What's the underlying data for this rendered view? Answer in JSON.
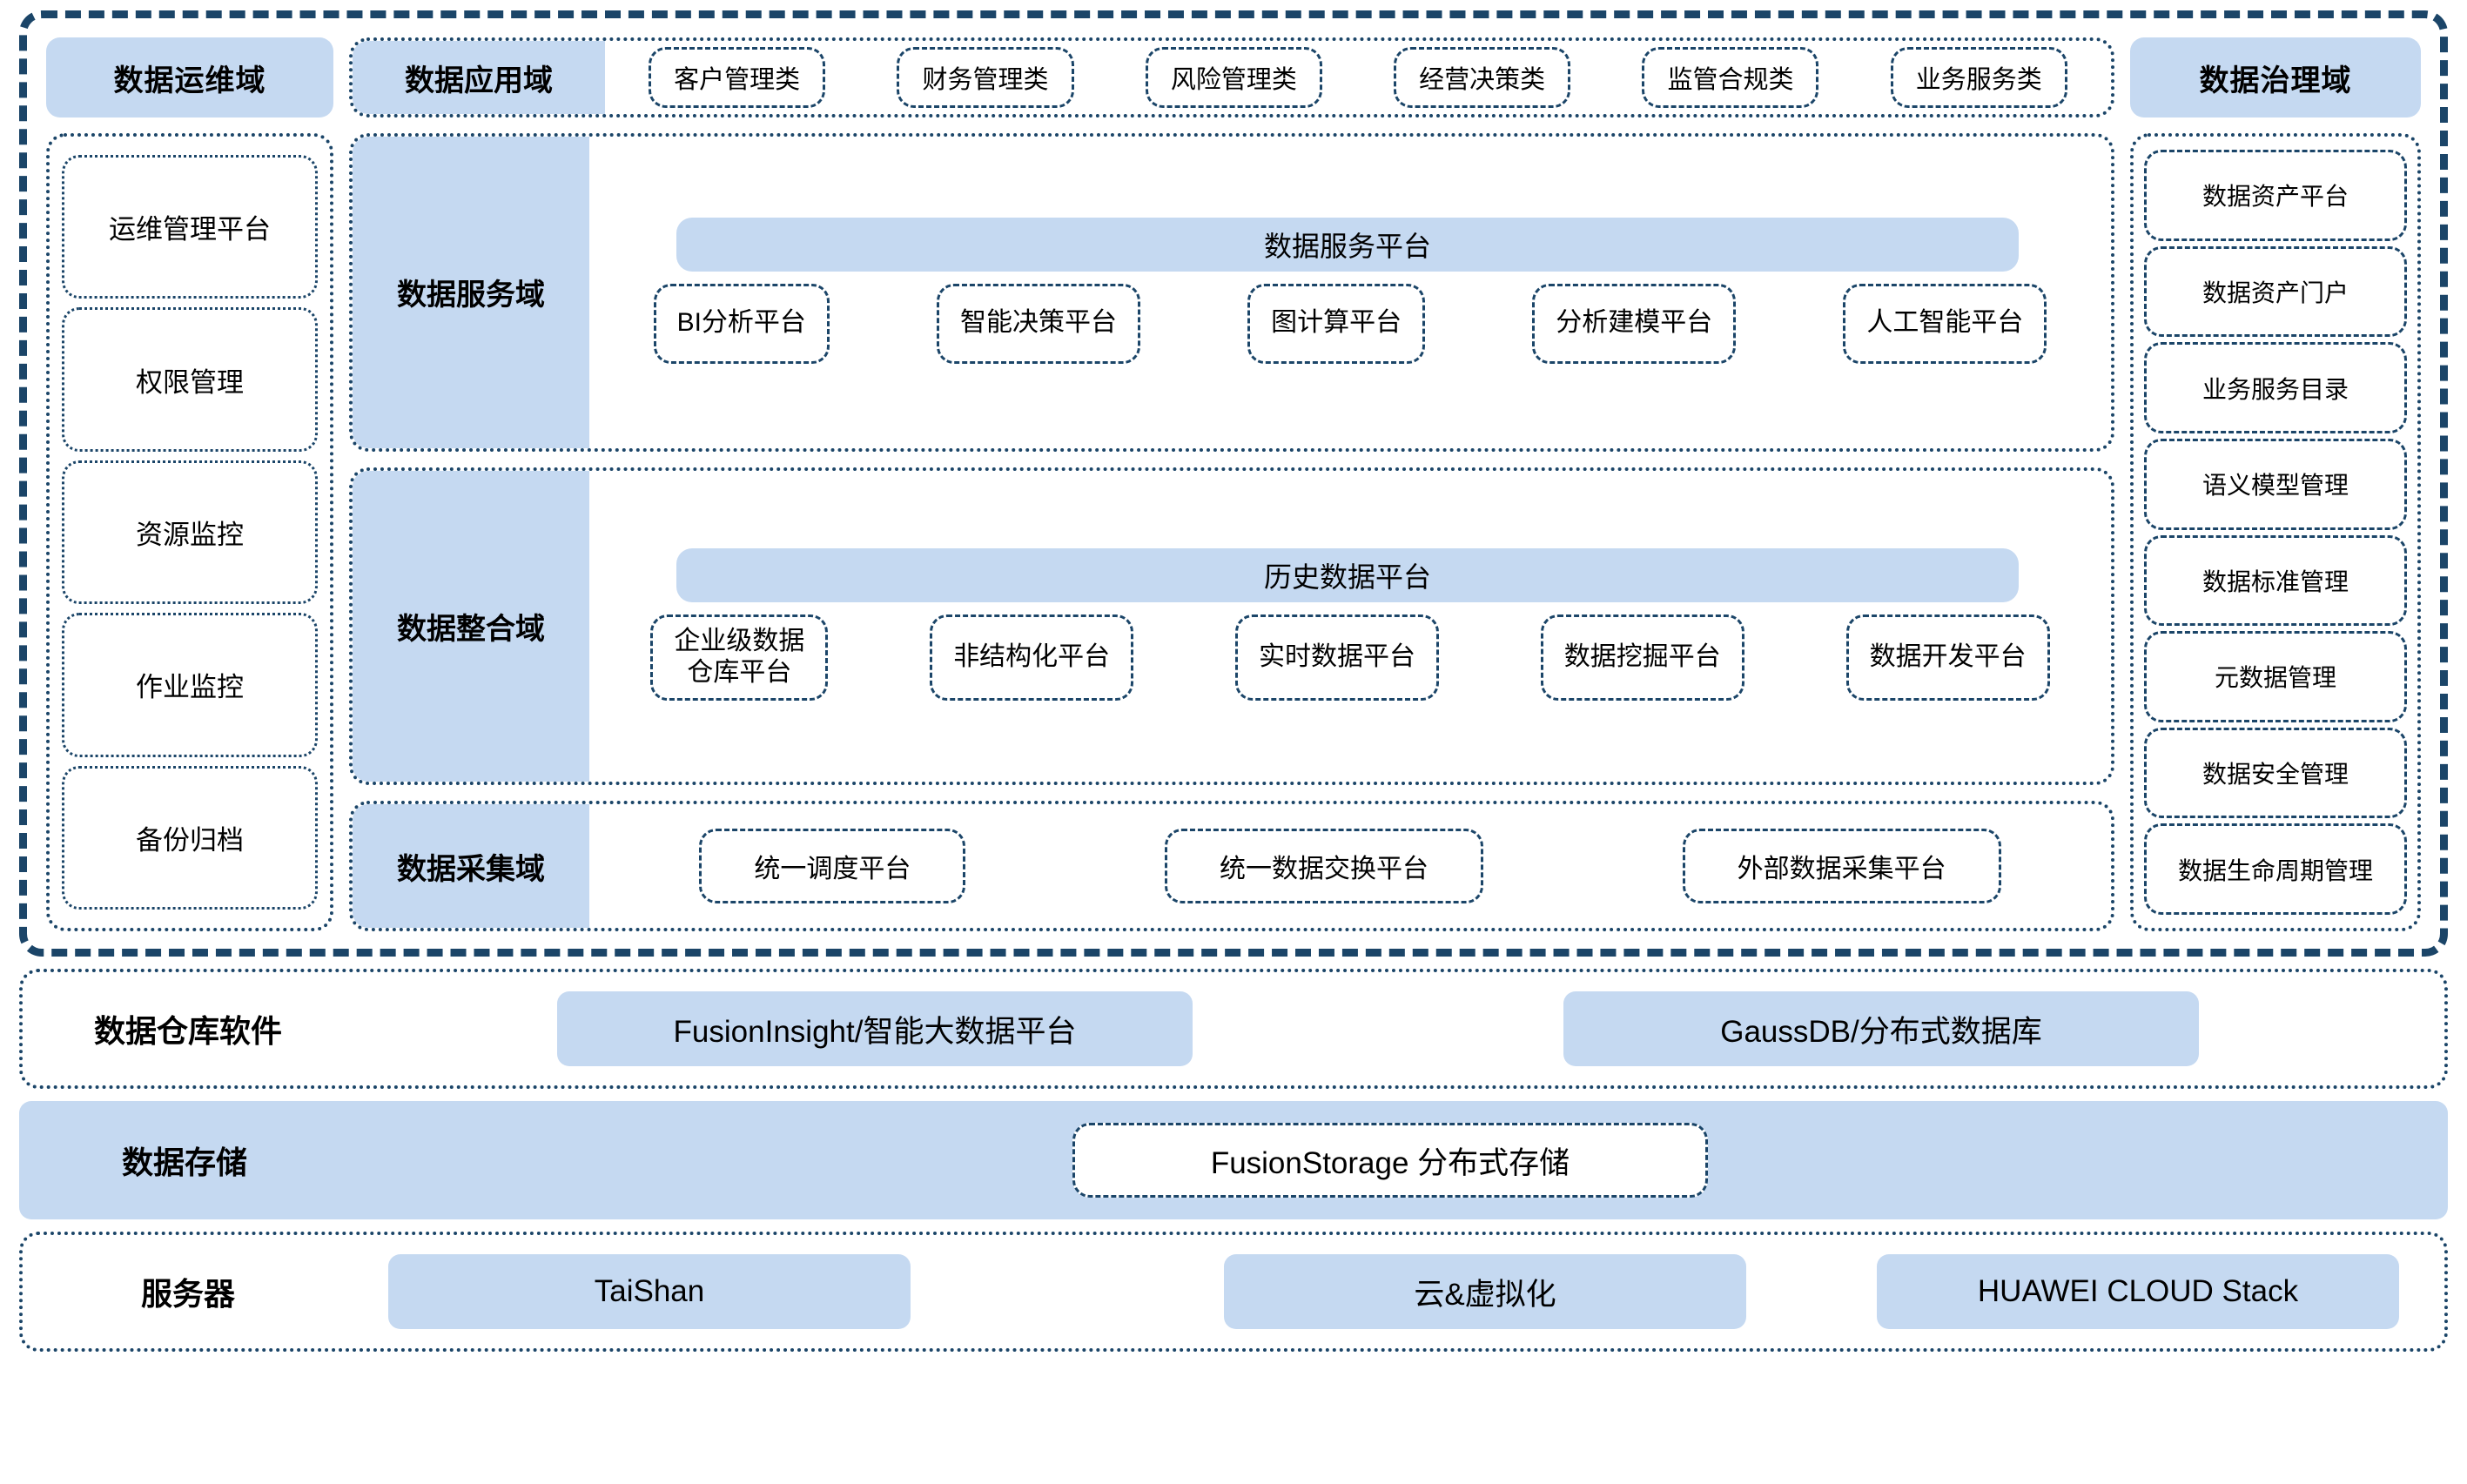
{
  "platform": {
    "ops_domain": {
      "label": "数据运维域"
    },
    "app_domain": {
      "label": "数据应用域",
      "items": [
        {
          "label": "客户管理类"
        },
        {
          "label": "财务管理类"
        },
        {
          "label": "风险管理类"
        },
        {
          "label": "经营决策类"
        },
        {
          "label": "监管合规类"
        },
        {
          "label": "业务服务类"
        }
      ]
    },
    "gov_domain": {
      "label": "数据治理域"
    },
    "ops_items": [
      {
        "label": "运维管理平台"
      },
      {
        "label": "权限管理"
      },
      {
        "label": "资源监控"
      },
      {
        "label": "作业监控"
      },
      {
        "label": "备份归档"
      }
    ],
    "gov_items": [
      {
        "label": "数据资产平台"
      },
      {
        "label": "数据资产门户"
      },
      {
        "label": "业务服务目录"
      },
      {
        "label": "语义模型管理"
      },
      {
        "label": "数据标准管理"
      },
      {
        "label": "元数据管理"
      },
      {
        "label": "数据安全管理"
      },
      {
        "label": "数据生命周期管理"
      }
    ],
    "service_domain": {
      "label": "数据服务域",
      "banner": "数据服务平台",
      "items": [
        {
          "label": "BI分析平台"
        },
        {
          "label": "智能决策平台"
        },
        {
          "label": "图计算平台"
        },
        {
          "label": "分析建模平台"
        },
        {
          "label": "人工智能平台"
        }
      ]
    },
    "integrate_domain": {
      "label": "数据整合域",
      "banner": "历史数据平台",
      "items": [
        {
          "label": "企业级数据\n仓库平台"
        },
        {
          "label": "非结构化平台"
        },
        {
          "label": "实时数据平台"
        },
        {
          "label": "数据挖掘平台"
        },
        {
          "label": "数据开发平台"
        }
      ]
    },
    "collect_domain": {
      "label": "数据采集域",
      "items": [
        {
          "label": "统一调度平台"
        },
        {
          "label": "统一数据交换平台"
        },
        {
          "label": "外部数据采集平台"
        }
      ]
    }
  },
  "warehouse": {
    "label": "数据仓库软件",
    "items": [
      {
        "label": "FusionInsight/智能大数据平台"
      },
      {
        "label": "GaussDB/分布式数据库"
      }
    ]
  },
  "storage": {
    "label": "数据存储",
    "items": [
      {
        "label": "FusionStorage 分布式存储"
      }
    ]
  },
  "server": {
    "label": "服务器",
    "items": [
      {
        "label": "TaiShan"
      },
      {
        "label": "云&虚拟化"
      },
      {
        "label": "HUAWEI CLOUD Stack"
      }
    ]
  },
  "colors": {
    "accent_fill": "#c5d9f1",
    "border": "#1b4568",
    "background": "#ffffff",
    "text": "#000000"
  }
}
